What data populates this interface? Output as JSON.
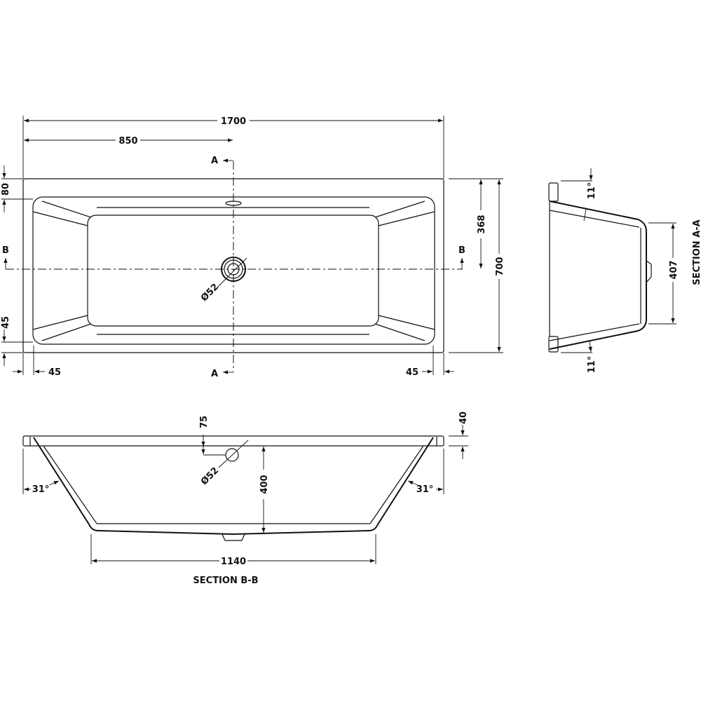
{
  "plan_view": {
    "dim_overall_length": "1700",
    "dim_half_length": "850",
    "dim_rim_top": "80",
    "dim_rim_bottom": "45",
    "dim_rim_left": "45",
    "dim_rim_right": "45",
    "dim_waste_offset": "368",
    "dim_overall_width": "700",
    "dim_waste_diameter": "Ø52",
    "section_a_label_top": "A",
    "section_a_label_bottom": "A",
    "section_b_label_left": "B",
    "section_b_label_right": "B"
  },
  "section_a_a": {
    "title": "SECTION A-A",
    "angle_top": "11°",
    "angle_bottom": "11°",
    "dim_floor_width": "407"
  },
  "section_b_b": {
    "title": "SECTION B-B",
    "angle_left": "31°",
    "angle_right": "31°",
    "dim_overflow_depth": "75",
    "dim_overflow_diameter": "Ø52",
    "dim_depth": "400",
    "dim_rim_thickness": "40",
    "dim_floor_length": "1140"
  }
}
